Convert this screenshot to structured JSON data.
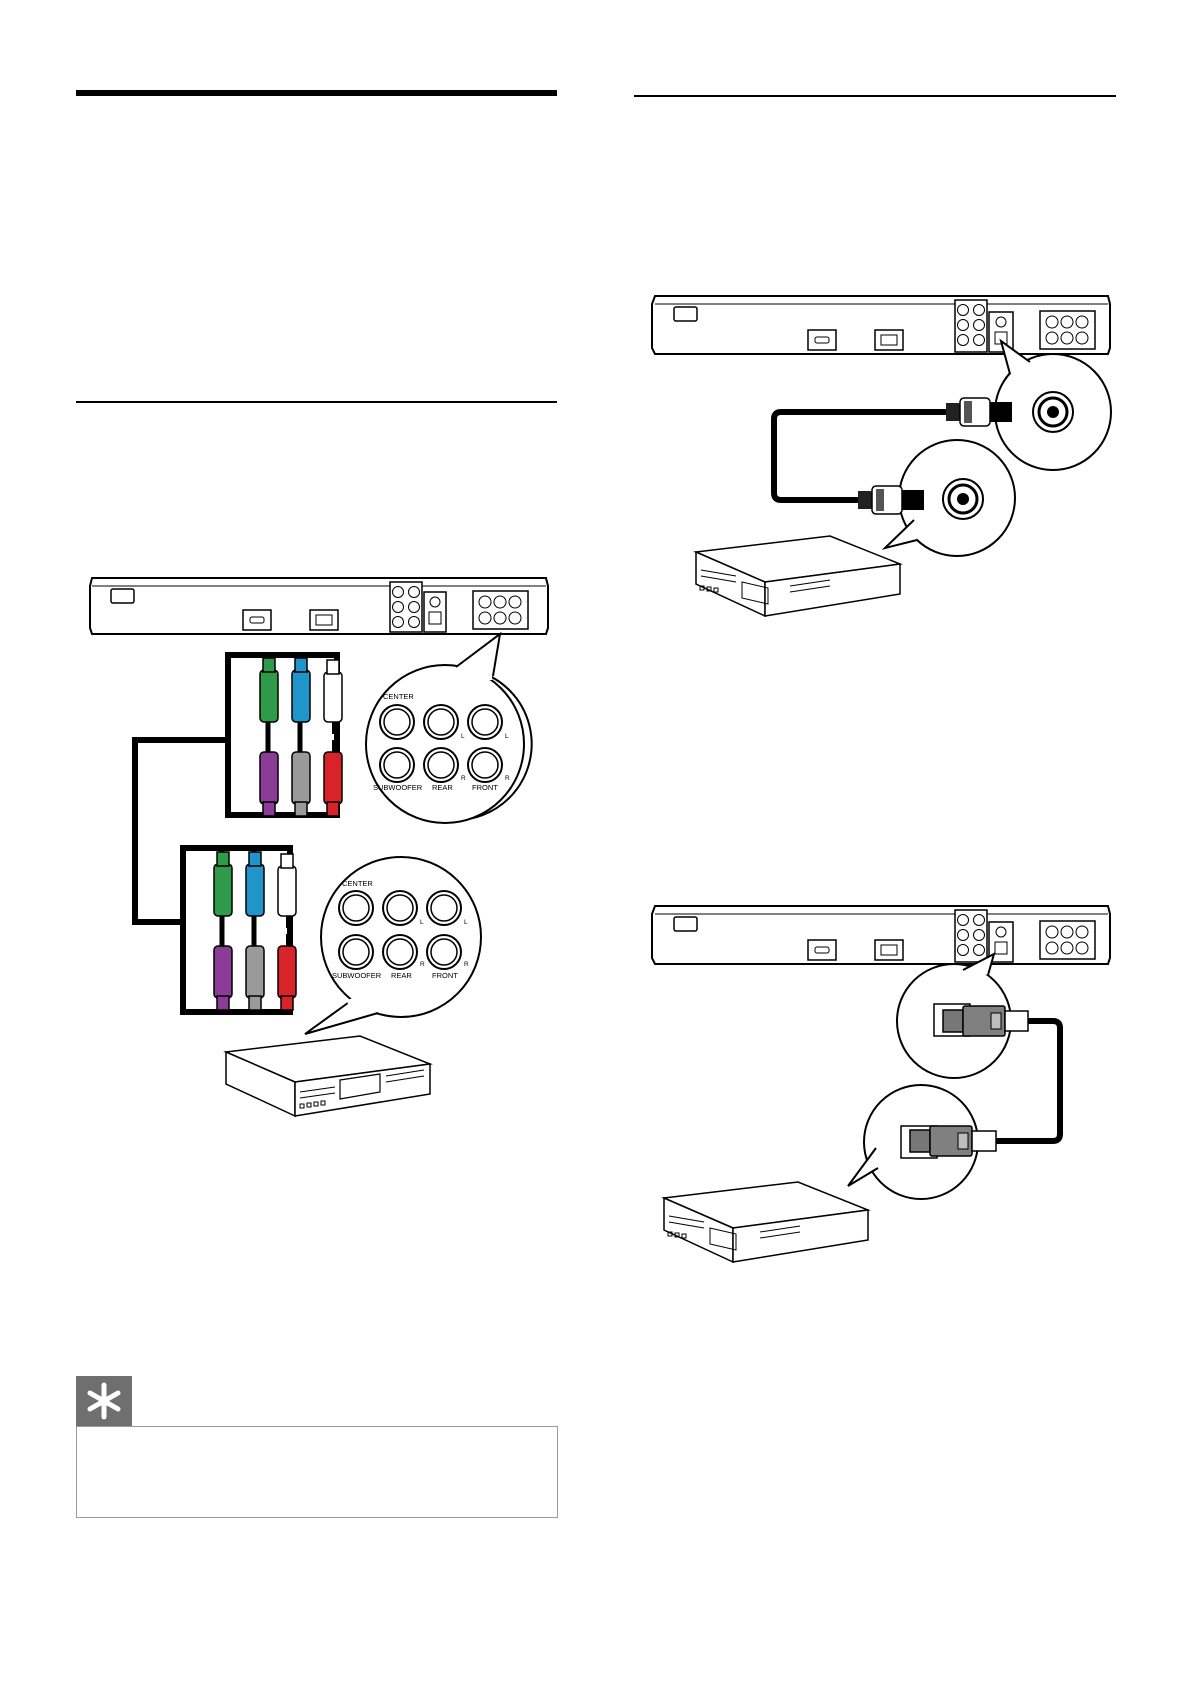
{
  "colors": {
    "ink": "#000000",
    "rule_thin": "#000000",
    "tip_icon_bg": "#6f6f6f",
    "tip_border": "#9a9a9a",
    "plug_green": "#2e9a4a",
    "plug_blue": "#1f95c9",
    "plug_white": "#ffffff",
    "plug_purple": "#8a3c96",
    "plug_grey": "#9a9a9a",
    "plug_red": "#d8232a"
  },
  "icons": {
    "tip": "asterisk-icon"
  },
  "multichannel_diagram": {
    "callout_top": {
      "center": "CENTER",
      "subwoofer": "SUBWOOFER",
      "rear": "REAR",
      "front": "FRONT",
      "left_mark": "L",
      "right_mark": "R"
    },
    "callout_bottom": {
      "center": "CENTER",
      "subwoofer": "SUBWOOFER",
      "rear": "REAR",
      "front": "FRONT",
      "left_mark": "L",
      "right_mark": "R"
    }
  }
}
